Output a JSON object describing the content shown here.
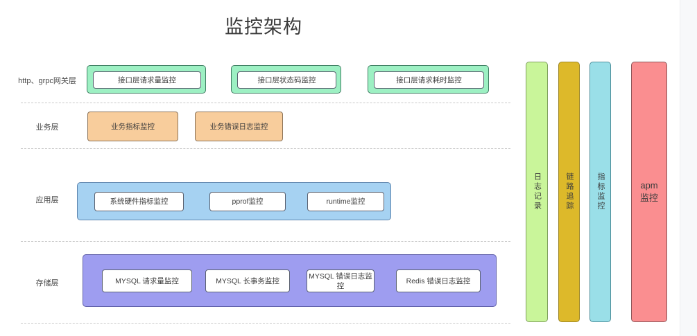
{
  "title": "监控架构",
  "layers": [
    {
      "id": "gateway",
      "label": "http、grpc网关层",
      "items": [
        {
          "label": "接口层请求量监控"
        },
        {
          "label": "接口层状态码监控"
        },
        {
          "label": "接口层请求耗时监控"
        }
      ]
    },
    {
      "id": "business",
      "label": "业务层",
      "items": [
        {
          "label": "业务指标监控"
        },
        {
          "label": "业务错误日志监控"
        }
      ]
    },
    {
      "id": "application",
      "label": "应用层",
      "items": [
        {
          "label": "系统硬件指标监控"
        },
        {
          "label": "pprof监控"
        },
        {
          "label": "runtime监控"
        }
      ]
    },
    {
      "id": "storage",
      "label": "存储层",
      "items": [
        {
          "label": "MYSQL 请求量监控"
        },
        {
          "label": "MYSQL 长事务监控"
        },
        {
          "label": "MYSQL 错误日志监控"
        },
        {
          "label": "Redis 错误日志监控"
        }
      ]
    }
  ],
  "pillars": [
    {
      "id": "logging",
      "label": "日志记录",
      "orientation": "vertical",
      "color": "#c9f59a",
      "border": "#7d9e5c"
    },
    {
      "id": "tracing",
      "label": "链路追踪",
      "orientation": "vertical",
      "color": "#ddb92a",
      "border": "#9c8624"
    },
    {
      "id": "metrics",
      "label": "指标监控",
      "orientation": "vertical",
      "color": "#9adfe8",
      "border": "#4e8f9b"
    },
    {
      "id": "apm",
      "label": "apm\n监控",
      "orientation": "horizontal",
      "color": "#fa8e90",
      "border": "#8a5457"
    }
  ],
  "colors": {
    "gateway_fill": "#9df0c3",
    "gateway_border": "#3f7d62",
    "business_fill": "#f8cd9c",
    "business_border": "#8a7258",
    "application_fill": "#a6d2f2",
    "application_border": "#5d84ad",
    "storage_fill": "#9e9df0",
    "storage_border": "#5f5fa8",
    "inner_fill": "#ffffff",
    "inner_border": "#5a6170",
    "divider": "#c9c9c9",
    "background": "#ffffff",
    "gutter": "#f7f8fa"
  }
}
